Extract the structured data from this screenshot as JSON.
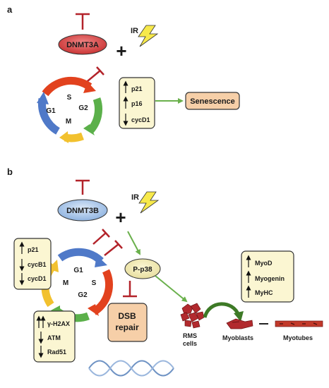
{
  "panel_a": {
    "letter": "a",
    "enzyme": "DNMT3A",
    "plus": "+",
    "ir": "IR",
    "cycle_phases": [
      "S",
      "G2",
      "M",
      "G1"
    ],
    "markers": [
      {
        "dir": "up",
        "label": "p21"
      },
      {
        "dir": "up",
        "label": "p16"
      },
      {
        "dir": "down",
        "label": "cycD1"
      }
    ],
    "outcome": "Senescence"
  },
  "panel_b": {
    "letter": "b",
    "enzyme": "DNMT3B",
    "plus": "+",
    "ir": "IR",
    "cycle_phases": [
      "G1",
      "S",
      "G2",
      "M"
    ],
    "cycle_markers": [
      {
        "dir": "up",
        "label": "p21"
      },
      {
        "dir": "down",
        "label": "cycB1"
      },
      {
        "dir": "down",
        "label": "cycD1"
      }
    ],
    "dna_markers": [
      {
        "dir": "upup",
        "label": "γ-H2AX"
      },
      {
        "dir": "down",
        "label": "ATM"
      },
      {
        "dir": "down",
        "label": "Rad51"
      }
    ],
    "kinase": "P-p38",
    "repair": [
      "DSB",
      "repair"
    ],
    "myo_markers": [
      {
        "dir": "up",
        "label": "MyoD"
      },
      {
        "dir": "up",
        "label": "Myogenin"
      },
      {
        "dir": "up",
        "label": "MyHC"
      }
    ],
    "rms_label": [
      "RMS",
      "cells"
    ],
    "myoblasts": "Myoblasts",
    "myotubes": "Myotubes"
  },
  "colors": {
    "inhibit": "#b3232a",
    "activate": "#6ab04c",
    "dnmt3a": "#d94545",
    "dnmt3b": "#a9c7ea",
    "box_fill": "#fbf6d2",
    "outcome_fill": "#f6cfa8",
    "bolt": "#f7e94b",
    "phase_red": "#e2421e",
    "phase_green": "#5bb04a",
    "phase_yellow": "#f2c12e",
    "phase_blue": "#4f79c8",
    "cells": "#b22a2e",
    "dna": "#6f93c4"
  }
}
